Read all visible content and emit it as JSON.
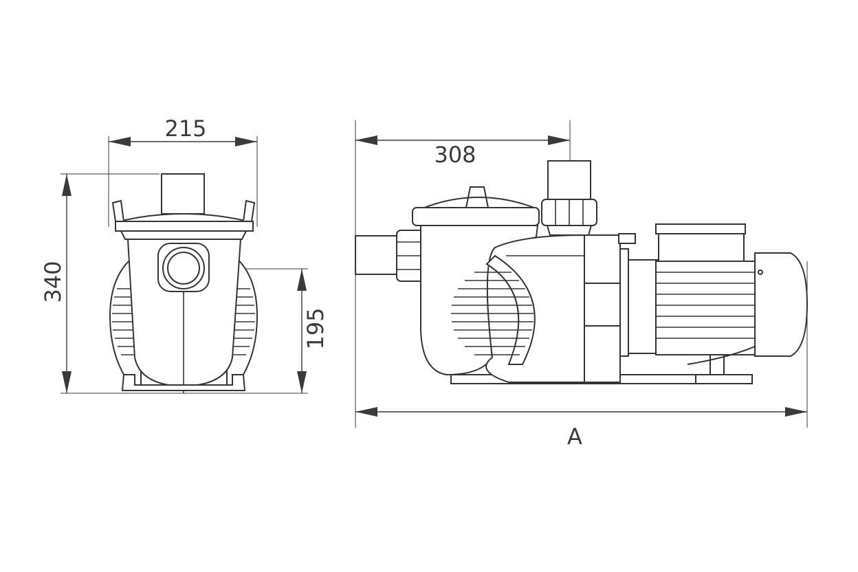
{
  "dimensions": {
    "front_width": "215",
    "front_height": "340",
    "front_axis_height": "195",
    "side_inlet_offset": "308",
    "side_total_length": "A"
  }
}
